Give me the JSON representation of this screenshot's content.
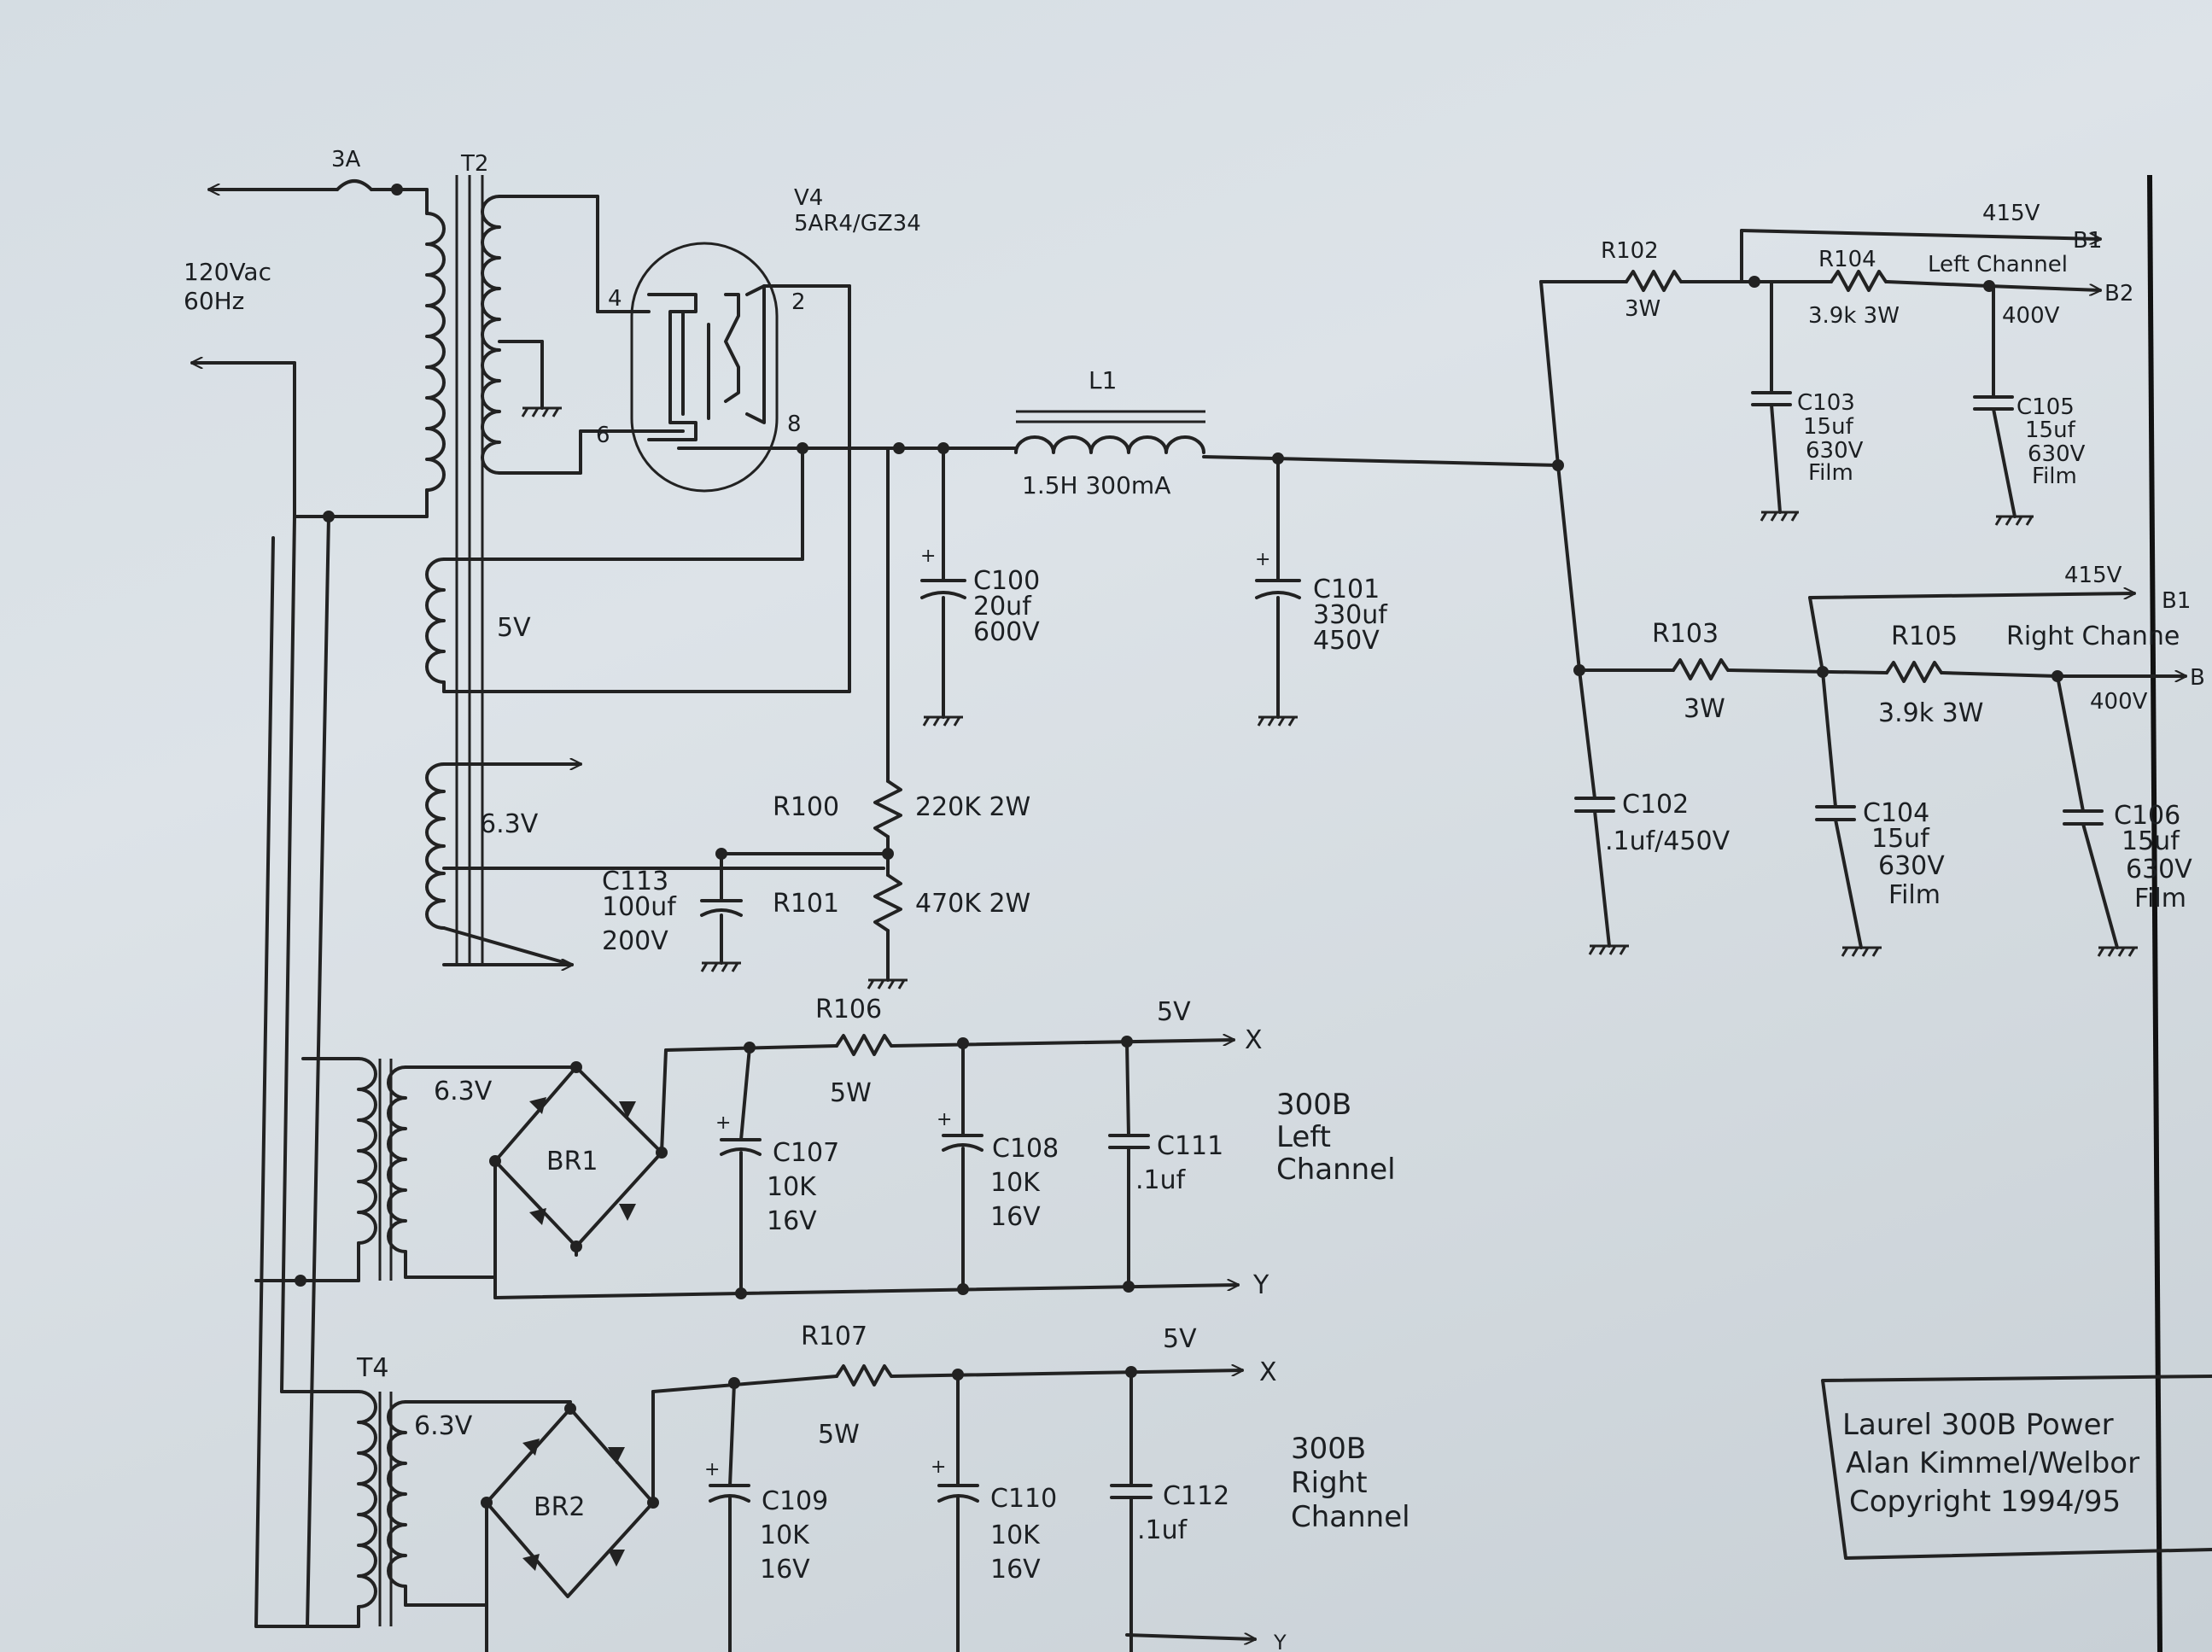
{
  "mains": {
    "fuse": "3A",
    "input_line1": "120Vac",
    "input_line2": "60Hz"
  },
  "transformers": {
    "t2": "T2",
    "t4": "T4"
  },
  "tube": {
    "ref": "V4",
    "type": "5AR4/GZ34",
    "pins": [
      "4",
      "6",
      "2",
      "8"
    ]
  },
  "windings": {
    "t2_5v": "5V",
    "t2_63v": "6.3V",
    "left_63v": "6.3V",
    "right_63v": "6.3V"
  },
  "choke": {
    "ref": "L1",
    "value": "1.5H 300mA"
  },
  "parts": {
    "c100": {
      "ref": "C100",
      "v1": "20uf",
      "v2": "600V"
    },
    "c101": {
      "ref": "C101",
      "v1": "330uf",
      "v2": "450V"
    },
    "c113": {
      "ref": "C113",
      "v1": "100uf",
      "v2": "200V"
    },
    "r100": {
      "ref": "R100",
      "value": "220K 2W"
    },
    "r101": {
      "ref": "R101",
      "value": "470K 2W"
    },
    "r102": {
      "ref": "R102",
      "value": "3W"
    },
    "r103": {
      "ref": "R103",
      "value": "3W"
    },
    "r104": {
      "ref": "R104",
      "value": "3.9k 3W"
    },
    "r105": {
      "ref": "R105",
      "value": "3.9k 3W"
    },
    "c102": {
      "ref": "C102",
      "value": ".1uf/450V"
    },
    "c103": {
      "ref": "C103",
      "v1": "15uf",
      "v2": "630V",
      "v3": "Film"
    },
    "c104": {
      "ref": "C104",
      "v1": "15uf",
      "v2": "630V",
      "v3": "Film"
    },
    "c105": {
      "ref": "C105",
      "v1": "15uf",
      "v2": "630V",
      "v3": "Film"
    },
    "c106": {
      "ref": "C106",
      "v1": "15uf",
      "v2": "630V",
      "v3": "Film"
    },
    "r106": {
      "ref": "R106",
      "value": "5W"
    },
    "r107": {
      "ref": "R107",
      "value": "5W"
    },
    "br1": "BR1",
    "br2": "BR2",
    "c107": {
      "ref": "C107",
      "v1": "10K",
      "v2": "16V"
    },
    "c108": {
      "ref": "C108",
      "v1": "10K",
      "v2": "16V"
    },
    "c109": {
      "ref": "C109",
      "v1": "10K",
      "v2": "16V"
    },
    "c110": {
      "ref": "C110",
      "v1": "10K",
      "v2": "16V"
    },
    "c111": {
      "ref": "C111",
      "v1": ".1uf"
    },
    "c112": {
      "ref": "C112",
      "v1": ".1uf"
    }
  },
  "outputs": {
    "left_b1_volt": "415V",
    "left_b1": "B1",
    "left_title": "Left Channel",
    "left_b2_volt": "400V",
    "left_b2": "B2",
    "right_b1_volt": "415V",
    "right_b1": "B1",
    "right_title": "Right Channe",
    "right_b2_volt": "400V",
    "right_b2": "B",
    "fil_left_volt": "5V",
    "fil_left_x": "X",
    "fil_left_y": "Y",
    "fil_left_label1": "300B",
    "fil_left_label2": "Left",
    "fil_left_label3": "Channel",
    "fil_right_volt": "5V",
    "fil_right_x": "X",
    "fil_right_y": "Y",
    "fil_right_label1": "300B",
    "fil_right_label2": "Right",
    "fil_right_label3": "Channel"
  },
  "title_block": {
    "line1": "Laurel 300B Power",
    "line2": "Alan Kimmel/Welbor",
    "line3": "Copyright 1994/95"
  }
}
